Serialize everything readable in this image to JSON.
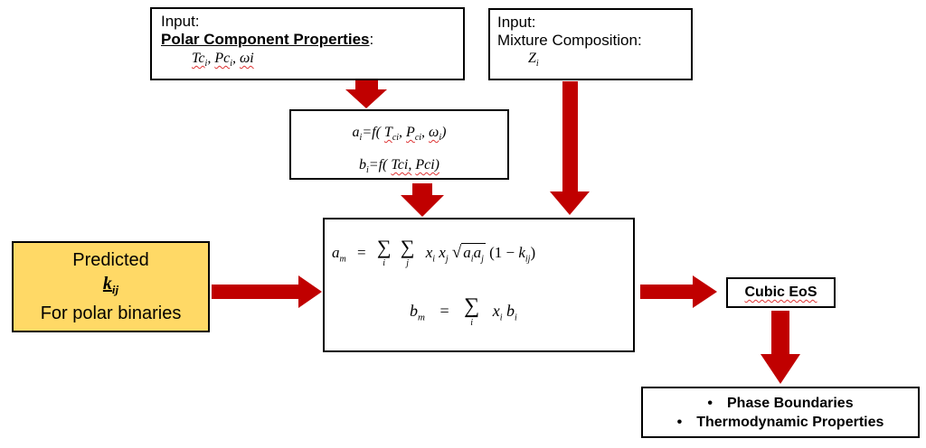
{
  "input_polar": {
    "label": "Input:",
    "title": "Polar Component Properties",
    "title_suffix": ":",
    "vars": {
      "tc": "Tc",
      "tc_sub": "i",
      "sep1": ",",
      "pc": "Pc",
      "pc_sub": "i",
      "sep2": ",",
      "omega": "ωi"
    }
  },
  "input_mixture": {
    "label": "Input:",
    "title": "Mixture Composition:",
    "var": "Z",
    "var_sub": "i"
  },
  "params_box": {
    "a_line": {
      "lhs": "a",
      "lhs_sub": "i",
      "eq": "=f(",
      "tc": "T",
      "tc_sub": "ci",
      "sep1": ",",
      "pc": "P",
      "pc_sub": "ci",
      "sep2": ",",
      "omega": "ω",
      "omega_sub": "i",
      "close": ")"
    },
    "b_line": {
      "lhs": "b",
      "lhs_sub": "i",
      "eq": "=f(",
      "tc": "Tci,",
      "pc": "Pci)"
    }
  },
  "predicted": {
    "line1": "Predicted",
    "k": "k",
    "k_sub": "ij",
    "line3": "For polar binaries",
    "bg_color": "#ffd966"
  },
  "mixing_rules": {
    "am": "a",
    "am_sub": "m",
    "eq": "=",
    "sum": "∑",
    "sum_i": "i",
    "sum_j": "j",
    "x": "x",
    "xi_sub": "i",
    "xj_sub": "j",
    "ai": "a",
    "ai_sub": "i",
    "aj": "a",
    "aj_sub": "j",
    "one_minus": "(1 −",
    "k": "k",
    "k_sub": "ij",
    "close": ")",
    "bm": "b",
    "bm_sub": "m",
    "b": "b",
    "b_sub": "i"
  },
  "cubic_eos": {
    "label": "Cubic EoS"
  },
  "outputs": {
    "items": [
      "Phase Boundaries",
      "Thermodynamic Properties"
    ]
  },
  "colors": {
    "arrow": "#c00000",
    "border": "#000000"
  }
}
